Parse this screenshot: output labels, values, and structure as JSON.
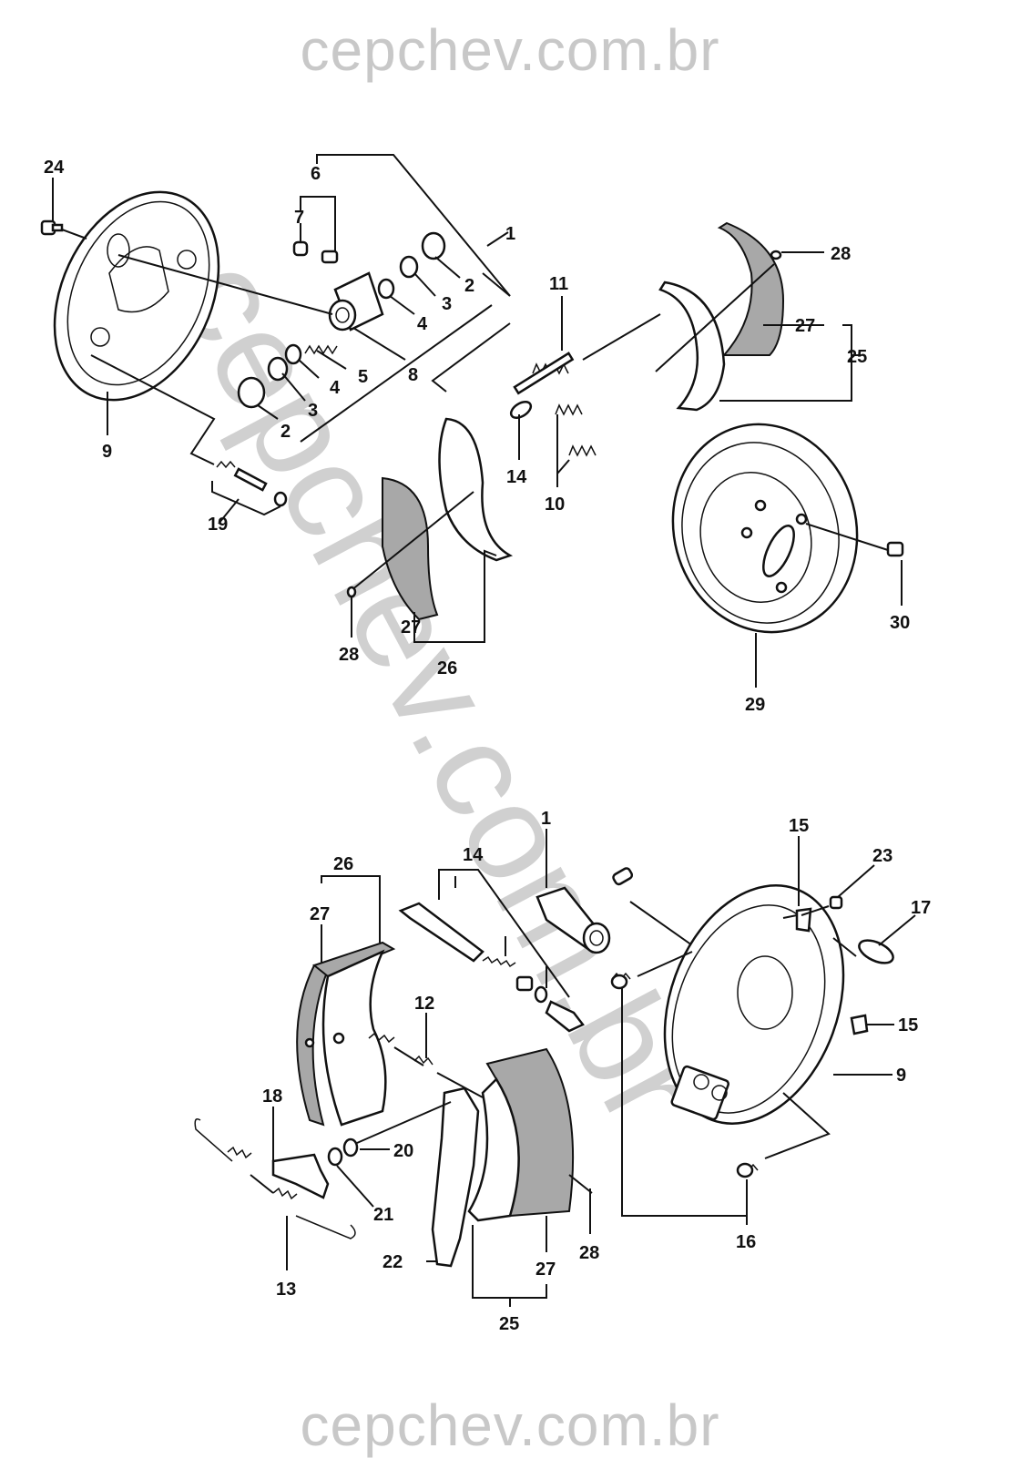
{
  "watermark": {
    "top": "cepchev.com.br",
    "bottom": "cepchev.com.br",
    "diagonal": "cepchev.com.br"
  },
  "diagram": {
    "type": "exploded-parts-diagram",
    "subject": "drum brake assembly",
    "colors": {
      "ink": "#111111",
      "watermark": "#c8c8c8",
      "lining": "#a8a8a8"
    },
    "upper_callouts": {
      "c24": "24",
      "c6": "6",
      "c7": "7",
      "c1": "1",
      "c2a": "2",
      "c3a": "3",
      "c4a": "4",
      "c5": "5",
      "c8": "8",
      "c4b": "4",
      "c3b": "3",
      "c2b": "2",
      "c9": "9",
      "c19": "19",
      "c11": "11",
      "c14": "14",
      "c10": "10",
      "c28a": "28",
      "c27a": "27",
      "c25": "25",
      "c27b": "27",
      "c28b": "28",
      "c26": "26",
      "c29": "29",
      "c30": "30"
    },
    "lower_callouts": {
      "c26": "26",
      "c27a": "27",
      "c14": "14",
      "c1": "1",
      "c15a": "15",
      "c23": "23",
      "c17": "17",
      "c15b": "15",
      "c9": "9",
      "c12": "12",
      "c18": "18",
      "c20": "20",
      "c21": "21",
      "c13": "13",
      "c22": "22",
      "c28": "28",
      "c27b": "27",
      "c25": "25",
      "c16": "16"
    }
  }
}
